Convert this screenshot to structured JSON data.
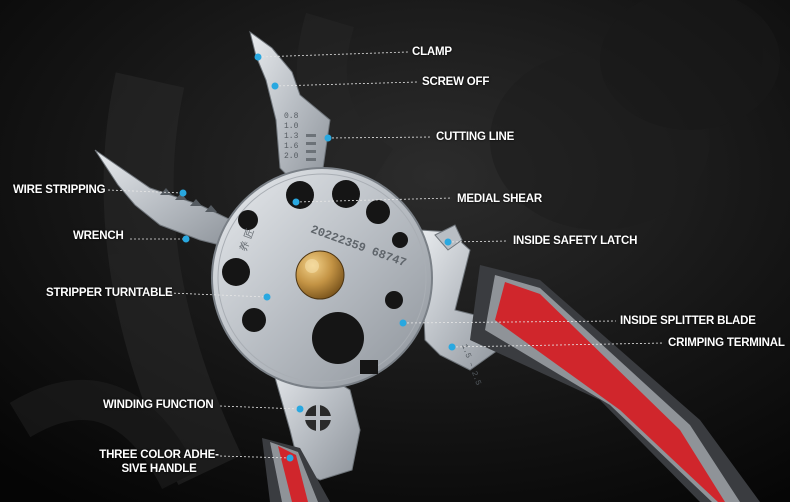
{
  "colors": {
    "background": "#0a0a0a",
    "steel": "#c9cdd2",
    "handle_red": "#d0262c",
    "handle_gray": "#8f9398",
    "knob": "#b8893a",
    "marker": "#29a8e0"
  },
  "tool": {
    "serial_number": "20222359 68747",
    "brand_mark": "养 匠",
    "scale_upper": [
      "0.8",
      "1.0",
      "1.3",
      "1.6",
      "2.0"
    ],
    "scale_lower": "1.5 – 2.5"
  },
  "callouts": [
    {
      "id": "clamp",
      "text": "CLAMP"
    },
    {
      "id": "screw-off",
      "text": "SCREW OFF"
    },
    {
      "id": "cutting-line",
      "text": "CUTTING LINE"
    },
    {
      "id": "wire-stripping",
      "text": "WIRE STRIPPING"
    },
    {
      "id": "medial-shear",
      "text": "MEDIAL SHEAR"
    },
    {
      "id": "wrench",
      "text": "WRENCH"
    },
    {
      "id": "inside-safety-latch",
      "text": "INSIDE SAFETY LATCH"
    },
    {
      "id": "stripper-turntable",
      "text": "STRIPPER TURNTABLE"
    },
    {
      "id": "inside-splitter-blade",
      "text": "INSIDE SPLITTER BLADE"
    },
    {
      "id": "crimping-terminal",
      "text": "CRIMPING TERMINAL"
    },
    {
      "id": "winding-function",
      "text": "WINDING FUNCTION"
    },
    {
      "id": "three-color-handle",
      "text_lines": [
        "THREE COLOR ADHE-",
        "SIVE HANDLE"
      ]
    }
  ]
}
